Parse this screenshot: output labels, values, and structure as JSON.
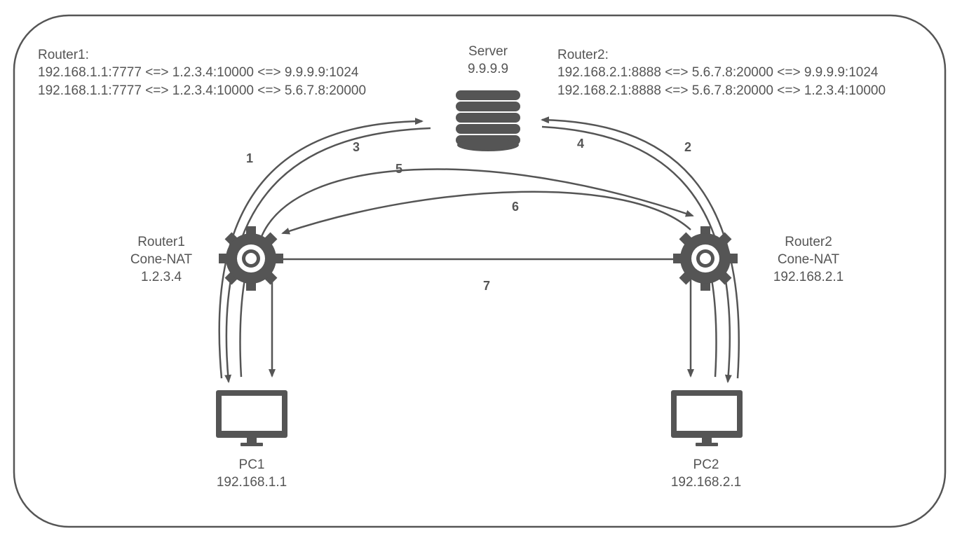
{
  "router1_table": {
    "title": "Router1:",
    "rows": [
      "192.168.1.1:7777 <=> 1.2.3.4:10000 <=> 9.9.9.9:1024",
      "192.168.1.1:7777 <=> 1.2.3.4:10000 <=> 5.6.7.8:20000"
    ]
  },
  "router2_table": {
    "title": "Router2:",
    "rows": [
      "192.168.2.1:8888 <=> 5.6.7.8:20000 <=> 9.9.9.9:1024",
      "192.168.2.1:8888 <=> 5.6.7.8:20000 <=> 1.2.3.4:10000"
    ]
  },
  "server": {
    "name": "Server",
    "ip": "9.9.9.9",
    "icon": "database-icon"
  },
  "router1": {
    "name": "Router1",
    "type": "Cone-NAT",
    "ip": "1.2.3.4",
    "icon": "gear-icon"
  },
  "router2": {
    "name": "Router2",
    "type": "Cone-NAT",
    "ip": "192.168.2.1",
    "icon": "gear-icon"
  },
  "pc1": {
    "name": "PC1",
    "ip": "192.168.1.1",
    "icon": "monitor-icon"
  },
  "pc2": {
    "name": "PC2",
    "ip": "192.168.2.1",
    "icon": "monitor-icon"
  },
  "steps": [
    "1",
    "2",
    "3",
    "4",
    "5",
    "6",
    "7"
  ],
  "colors": {
    "stroke": "#555555",
    "text": "#555555",
    "background": "#ffffff"
  }
}
